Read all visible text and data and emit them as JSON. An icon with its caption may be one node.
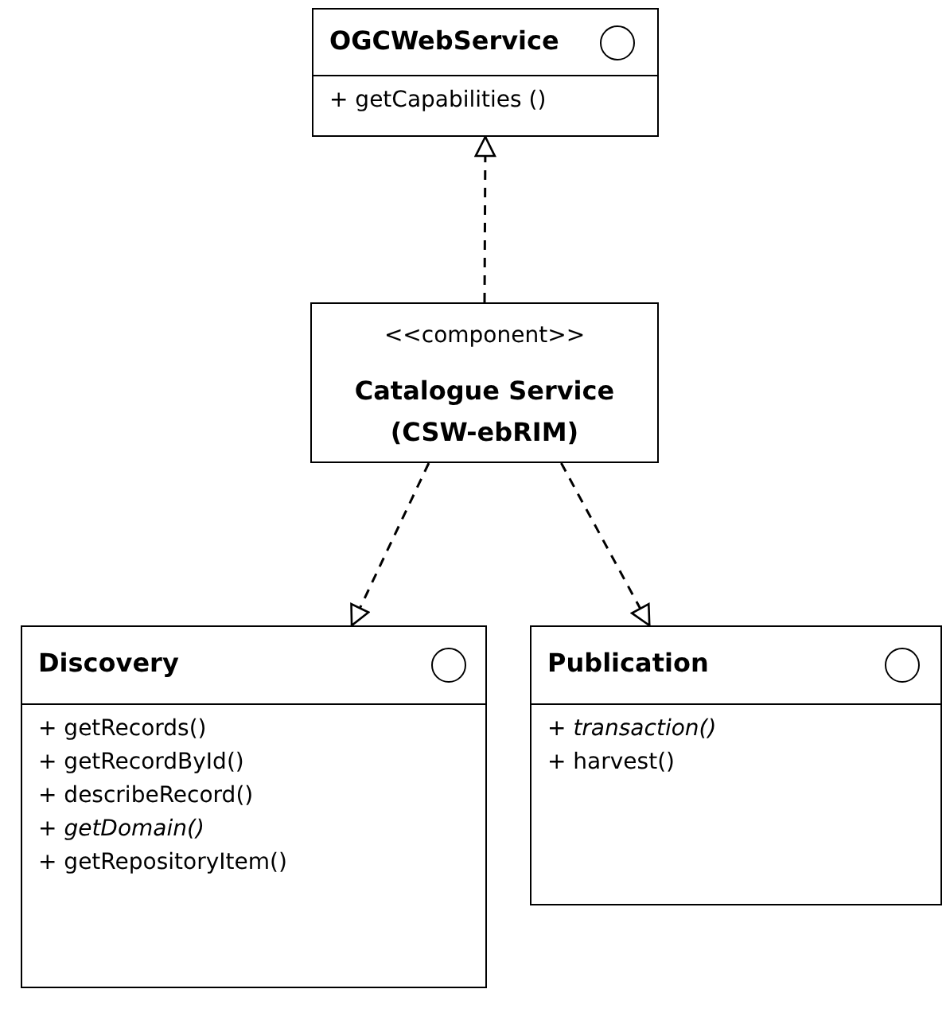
{
  "diagram": {
    "nodes": [
      {
        "text": [
          "OGCWebService",
          "+ getCapabilities ()"
        ]
      },
      {
        "text": [
          "<<component>>",
          "Catalogue Service (CSW-ebRIM)"
        ]
      },
      {
        "text": [
          "Discovery",
          "+ getRecords()",
          "+ getRecordById()",
          "+ describeRecord()",
          "+ *getDomain()*",
          "+ getRepositoryItem()"
        ]
      },
      {
        "text": [
          "Publication",
          "+ *transaction()*",
          "+ harvest()"
        ]
      }
    ],
    "edges": [
      {
        "from": 1,
        "to": 0,
        "arrow": "to",
        "style": "dashed"
      },
      {
        "from": 1,
        "to": 2,
        "arrow": "to",
        "style": "dashed"
      },
      {
        "from": 1,
        "to": 3,
        "arrow": "to",
        "style": "dashed"
      }
    ]
  }
}
